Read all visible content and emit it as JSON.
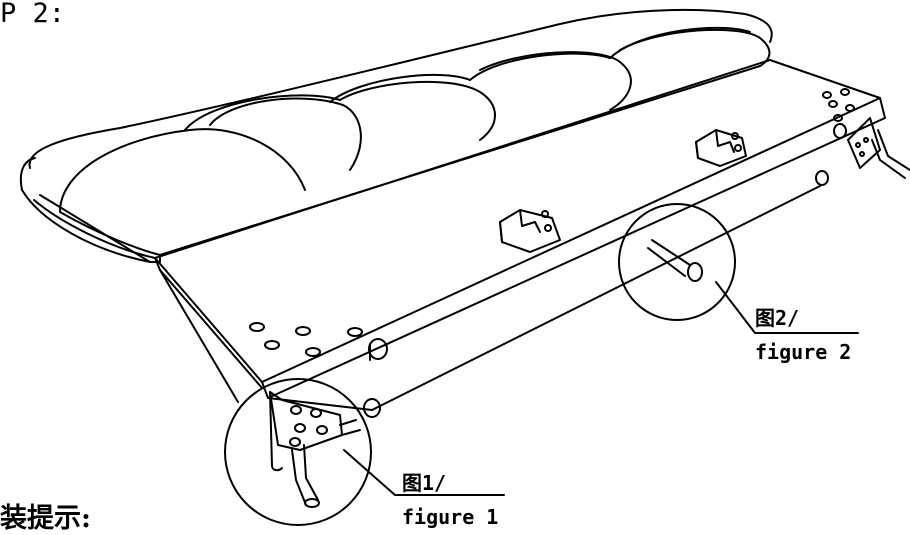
{
  "header": {
    "step_text": "P 2:"
  },
  "footer": {
    "note_text": "装提示:"
  },
  "callouts": {
    "figure1": {
      "cn": "图1/",
      "en": "figure 1"
    },
    "figure2": {
      "cn": "图2/",
      "en": "figure 2"
    }
  },
  "style": {
    "line_color": "#000000",
    "background": "#ffffff"
  }
}
